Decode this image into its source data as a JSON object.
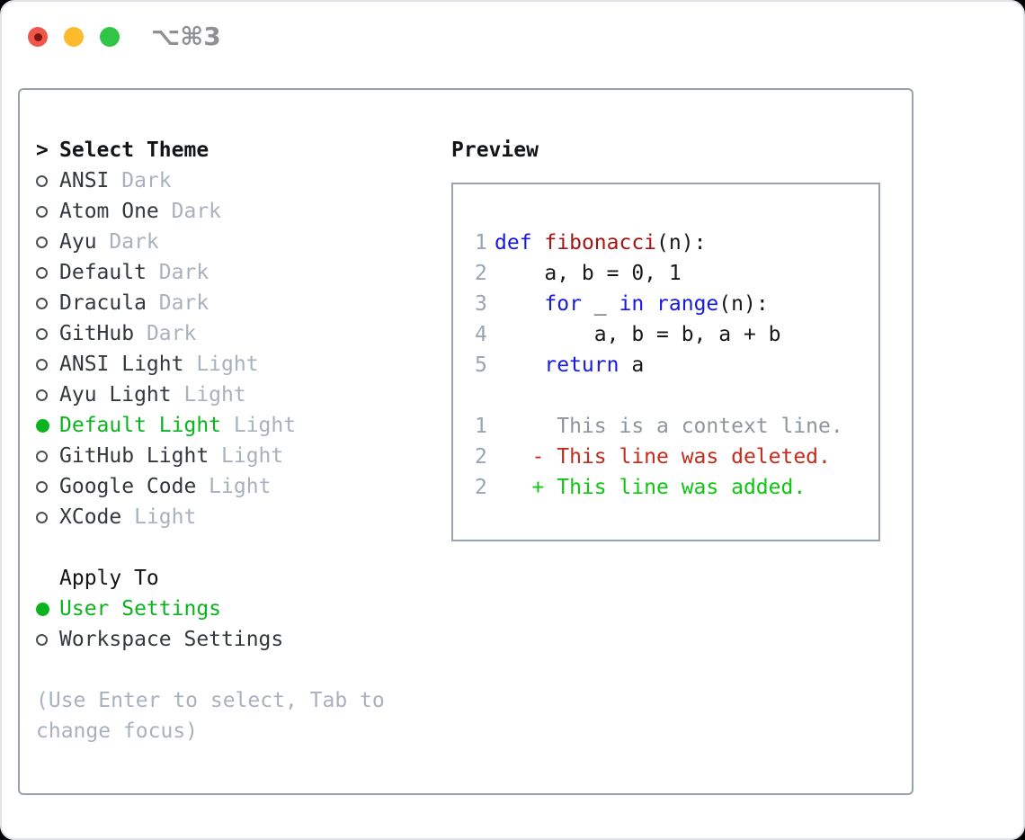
{
  "window": {
    "title": "⌥⌘3"
  },
  "theme_list": {
    "header_prefix": ">",
    "header": "Select Theme",
    "items": [
      {
        "name": "ANSI",
        "variant": "Dark",
        "selected": false
      },
      {
        "name": "Atom One",
        "variant": "Dark",
        "selected": false
      },
      {
        "name": "Ayu",
        "variant": "Dark",
        "selected": false
      },
      {
        "name": "Default",
        "variant": "Dark",
        "selected": false
      },
      {
        "name": "Dracula",
        "variant": "Dark",
        "selected": false
      },
      {
        "name": "GitHub",
        "variant": "Dark",
        "selected": false
      },
      {
        "name": "ANSI Light",
        "variant": "Light",
        "selected": false
      },
      {
        "name": "Ayu Light",
        "variant": "Light",
        "selected": false
      },
      {
        "name": "Default Light",
        "variant": "Light",
        "selected": true
      },
      {
        "name": "GitHub Light",
        "variant": "Light",
        "selected": false
      },
      {
        "name": "Google Code",
        "variant": "Light",
        "selected": false
      },
      {
        "name": "XCode",
        "variant": "Light",
        "selected": false
      }
    ]
  },
  "apply_to": {
    "header": "Apply To",
    "options": [
      {
        "label": "User Settings",
        "selected": true
      },
      {
        "label": "Workspace Settings",
        "selected": false
      }
    ]
  },
  "hint": {
    "lines": [
      "(Use Enter to select, Tab to",
      "change focus)"
    ]
  },
  "preview": {
    "header": "Preview",
    "code_lines": [
      {
        "num": "1",
        "tokens": [
          {
            "text": "def",
            "type": "keyword"
          },
          {
            "text": " ",
            "type": "plain"
          },
          {
            "text": "fibonacci",
            "type": "function"
          },
          {
            "text": "(n):",
            "type": "plain"
          }
        ]
      },
      {
        "num": "2",
        "tokens": [
          {
            "text": "    a, b = 0, 1",
            "type": "plain"
          }
        ]
      },
      {
        "num": "3",
        "tokens": [
          {
            "text": "    ",
            "type": "plain"
          },
          {
            "text": "for",
            "type": "keyword"
          },
          {
            "text": " _ ",
            "type": "plain"
          },
          {
            "text": "in",
            "type": "keyword"
          },
          {
            "text": " ",
            "type": "plain"
          },
          {
            "text": "range",
            "type": "keyword"
          },
          {
            "text": "(n):",
            "type": "plain"
          }
        ]
      },
      {
        "num": "4",
        "tokens": [
          {
            "text": "        a, b = b, a + b",
            "type": "plain"
          }
        ]
      },
      {
        "num": "5",
        "tokens": [
          {
            "text": "    ",
            "type": "plain"
          },
          {
            "text": "return",
            "type": "keyword"
          },
          {
            "text": " a",
            "type": "plain"
          }
        ]
      }
    ],
    "diff_lines": [
      {
        "num": "1",
        "tokens": [
          {
            "text": "     This is a context line.",
            "type": "context"
          }
        ]
      },
      {
        "num": "2",
        "tokens": [
          {
            "text": "   - This line was deleted.",
            "type": "deleted"
          }
        ]
      },
      {
        "num": "2",
        "tokens": [
          {
            "text": "   + This line was added.",
            "type": "added"
          }
        ]
      }
    ]
  },
  "colors": {
    "keyword": "#1717e6",
    "function": "#a51512",
    "plain": "#17181a",
    "context": "#8d959d",
    "deleted": "#c52a1c",
    "added": "#10c512",
    "line_number": "#9aa4b2",
    "selection_green": "#0ab41e",
    "muted": "#a9b1bd",
    "item_text": "#33383f",
    "header_text": "#111316",
    "border_panel": "#9aa2ae",
    "border_preview": "#9aa2ae",
    "titlebar_red": "#f0564c",
    "titlebar_red_dot": "#7c170e",
    "titlebar_yellow": "#fcbb2d",
    "titlebar_green": "#31c546",
    "title_text": "#8e9095"
  }
}
